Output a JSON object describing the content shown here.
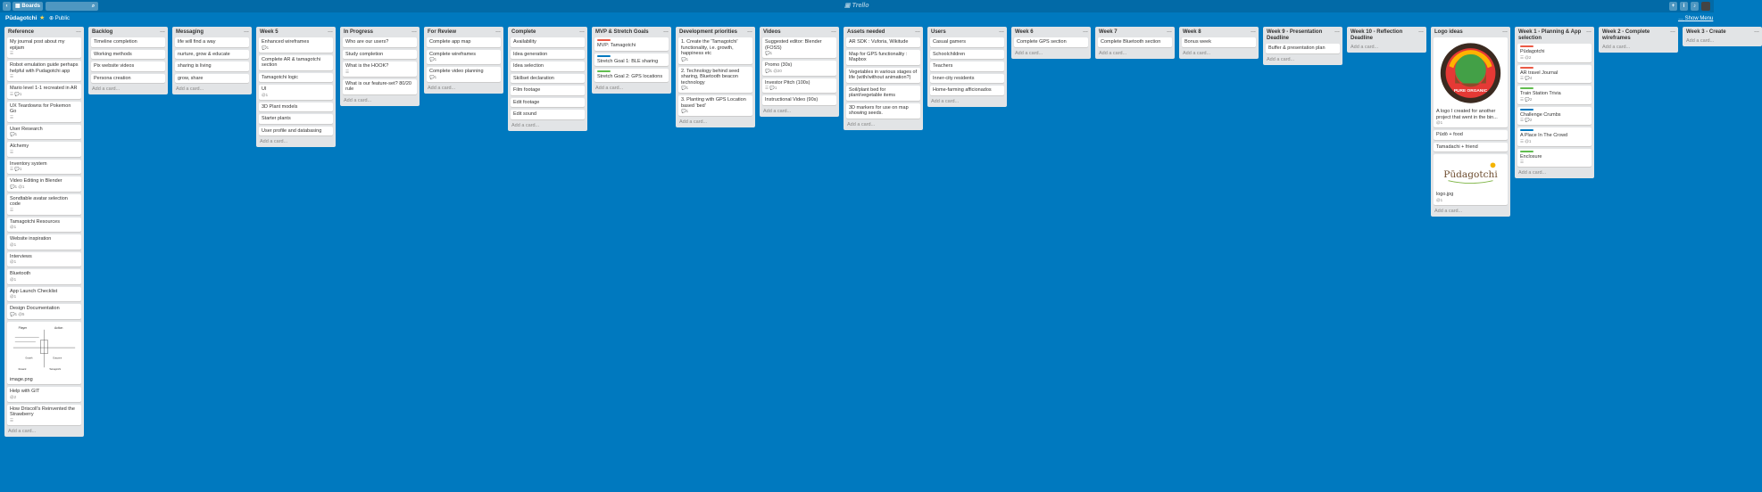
{
  "topbar": {
    "boards_label": "Boards",
    "logo": "Trello"
  },
  "board": {
    "title": "Pūdagotchi",
    "visibility": "Public",
    "show_menu": "Show Menu"
  },
  "add_card_label": "Add a card...",
  "colors": {
    "background": "#0079bf",
    "topbar": "#026aa7",
    "label_red": "#eb5a46",
    "label_blue": "#0079bf",
    "label_green": "#61bd4f"
  },
  "lists": [
    {
      "title": "Reference",
      "cards": [
        {
          "title": "My journal post about my epijam",
          "badges": "☰"
        },
        {
          "title": "Robot emulation guide perhaps helpful with Pudagotchi app",
          "badges": "☰"
        },
        {
          "title": "Mario level 1-1 recreated in AR",
          "badges": "☰ 💬1"
        },
        {
          "title": "UX Teardowns for Pokemon Go",
          "badges": "☰"
        },
        {
          "title": "User Research",
          "badges": "💬1"
        },
        {
          "title": "Alchemy",
          "badges": "☰"
        },
        {
          "title": "Inventory system",
          "badges": "☰ 💬1"
        },
        {
          "title": "Video Editing in Blender",
          "badges": "💬1 @1"
        },
        {
          "title": "Sondtable avatar selection code",
          "badges": "☰"
        },
        {
          "title": "Tamagotchi Resources",
          "badges": "@1"
        },
        {
          "title": "Website inspiration",
          "badges": "@1"
        },
        {
          "title": "Interviews",
          "badges": "@1"
        },
        {
          "title": "Bluetooth",
          "badges": "@1"
        },
        {
          "title": "App Launch Checklist",
          "badges": "@1"
        },
        {
          "title": "Design Documentation",
          "badges": "💬1 @5"
        },
        {
          "title": "image.png",
          "badges": "",
          "cover": "diagram",
          "cover_labels": [
            "Player",
            "Action",
            "Growth",
            "Outcome",
            "Reward",
            "Tamagotchi"
          ]
        },
        {
          "title": "Help with GIT",
          "badges": "@2"
        },
        {
          "title": "How Driscoll's Reinvented the Strawberry",
          "badges": "☰"
        }
      ]
    },
    {
      "title": "Backlog",
      "cards": [
        {
          "title": "Timeline completion",
          "badges": ""
        },
        {
          "title": "Working methods",
          "badges": ""
        },
        {
          "title": "Pix website videos",
          "badges": ""
        },
        {
          "title": "Persona creation",
          "badges": ""
        }
      ]
    },
    {
      "title": "Messaging",
      "cards": [
        {
          "title": "life will find a way",
          "badges": ""
        },
        {
          "title": "nurture, grow & educate",
          "badges": ""
        },
        {
          "title": "sharing is living",
          "badges": ""
        },
        {
          "title": "grow, share",
          "badges": ""
        }
      ]
    },
    {
      "title": "Week 5",
      "cards": [
        {
          "title": "Enhanced wireframes",
          "badges": "💬1"
        },
        {
          "title": "Complete AR & tamagotchi section",
          "badges": ""
        },
        {
          "title": "Tamagotchi logic",
          "badges": ""
        },
        {
          "title": "UI",
          "badges": "@1"
        },
        {
          "title": "3D Plant models",
          "badges": ""
        },
        {
          "title": "Starter plants",
          "badges": ""
        },
        {
          "title": "User profile and databasing",
          "badges": ""
        }
      ]
    },
    {
      "title": "In Progress",
      "cards": [
        {
          "title": "Who are our users?",
          "badges": ""
        },
        {
          "title": "Study completion",
          "badges": ""
        },
        {
          "title": "What is the HOOK?",
          "badges": "☰"
        },
        {
          "title": "What is our feature-set? 80/20 rule",
          "badges": ""
        }
      ]
    },
    {
      "title": "For Review",
      "cards": [
        {
          "title": "Complete app map",
          "badges": ""
        },
        {
          "title": "Complete wireframes",
          "badges": "💬1"
        },
        {
          "title": "Complete video planning",
          "badges": "💬1"
        }
      ]
    },
    {
      "title": "Complete",
      "cards": [
        {
          "title": "Availability",
          "badges": ""
        },
        {
          "title": "Idea generation",
          "badges": ""
        },
        {
          "title": "Idea selection",
          "badges": ""
        },
        {
          "title": "Skillset declaration",
          "badges": ""
        },
        {
          "title": "Film footage",
          "badges": ""
        },
        {
          "title": "Edit footage",
          "badges": ""
        },
        {
          "title": "Edit sound",
          "badges": ""
        }
      ]
    },
    {
      "title": "MVP & Stretch Goals",
      "cards": [
        {
          "title": "MVP: Tamagotchi",
          "badges": "",
          "label": "red"
        },
        {
          "title": "Stretch Goal 1: BLE sharing",
          "badges": "",
          "label": "blue"
        },
        {
          "title": "Stretch Goal 2: GPS locations",
          "badges": "",
          "label": "green"
        }
      ]
    },
    {
      "title": "Development priorities",
      "cards": [
        {
          "title": "1. Create the 'Tamagotchi' functionality, i.e. growth, happiness etc",
          "badges": "💬1"
        },
        {
          "title": "2. Technology behind seed sharing, Bluetooth beacon technology",
          "badges": "💬1"
        },
        {
          "title": "3. Planting with GPS Location based 'bed'",
          "badges": "💬1"
        }
      ]
    },
    {
      "title": "Videos",
      "cards": [
        {
          "title": "Suggested editor: Blender (FOSS)",
          "badges": "💬1"
        },
        {
          "title": "Promo (30s)",
          "badges": "💬1 @20"
        },
        {
          "title": "Investor Pitch (100s)",
          "badges": "☰ 💬1"
        },
        {
          "title": "Instructional Video (90s)",
          "badges": ""
        }
      ]
    },
    {
      "title": "Assets needed",
      "cards": [
        {
          "title": "AR SDK : Vuforia, Wikitude",
          "badges": ""
        },
        {
          "title": "Map for GPS functionality : Mapbox",
          "badges": ""
        },
        {
          "title": "Vegetables in various stages of life (with/without animation?)",
          "badges": ""
        },
        {
          "title": "Soil/plant bed for plant/vegetable items",
          "badges": ""
        },
        {
          "title": "3D markers for use on map showing seeds.",
          "badges": ""
        }
      ]
    },
    {
      "title": "Users",
      "cards": [
        {
          "title": "Casual gamers",
          "badges": ""
        },
        {
          "title": "Schoolchildren",
          "badges": ""
        },
        {
          "title": "Teachers",
          "badges": ""
        },
        {
          "title": "Inner-city residents",
          "badges": ""
        },
        {
          "title": "Home-farming afficionados",
          "badges": ""
        }
      ]
    },
    {
      "title": "Week 6",
      "cards": [
        {
          "title": "Complete GPS section",
          "badges": ""
        }
      ]
    },
    {
      "title": "Week 7",
      "cards": [
        {
          "title": "Complete Bluetooth section",
          "badges": ""
        }
      ]
    },
    {
      "title": "Week 8",
      "cards": [
        {
          "title": "Bonus week",
          "badges": ""
        }
      ]
    },
    {
      "title": "Week 9 - Presentation Deadline",
      "cards": [
        {
          "title": "Buffer & presentation plan",
          "badges": ""
        }
      ]
    },
    {
      "title": "Week 10 - Reflection Deadline",
      "cards": []
    },
    {
      "title": "Logo ideas",
      "cards": [
        {
          "title": "A logo I created for another project that went in the bin...",
          "badges": "@1",
          "cover": "logo",
          "cover_text": "PURE ORGANIC"
        },
        {
          "title": "Pūdō + food",
          "badges": ""
        },
        {
          "title": "Tamadachi + friend",
          "badges": ""
        },
        {
          "title": "logo.jpg",
          "badges": "@1",
          "cover": "wordmark",
          "cover_text": "Pūdagotchi"
        }
      ]
    },
    {
      "title": "Week 1 - Planning & App selection",
      "cards": [
        {
          "title": "Pūdagotchi",
          "badges": "☰ @2",
          "label": "red"
        },
        {
          "title": "AR travel Journal",
          "badges": "☰ 💬4",
          "label": "red"
        },
        {
          "title": "Train Station Trivia",
          "badges": "☰ 💬2",
          "label": "green"
        },
        {
          "title": "Challenge Crumbs",
          "badges": "☰ 💬2",
          "label": "blue"
        },
        {
          "title": "A Place In The Crowd",
          "badges": "☰ @1",
          "label": "blue"
        },
        {
          "title": "Enclosure",
          "badges": "☰",
          "label": "green"
        }
      ]
    },
    {
      "title": "Week 2 - Complete wireframes",
      "cards": []
    },
    {
      "title": "Week 3 - Create",
      "cards": []
    }
  ]
}
